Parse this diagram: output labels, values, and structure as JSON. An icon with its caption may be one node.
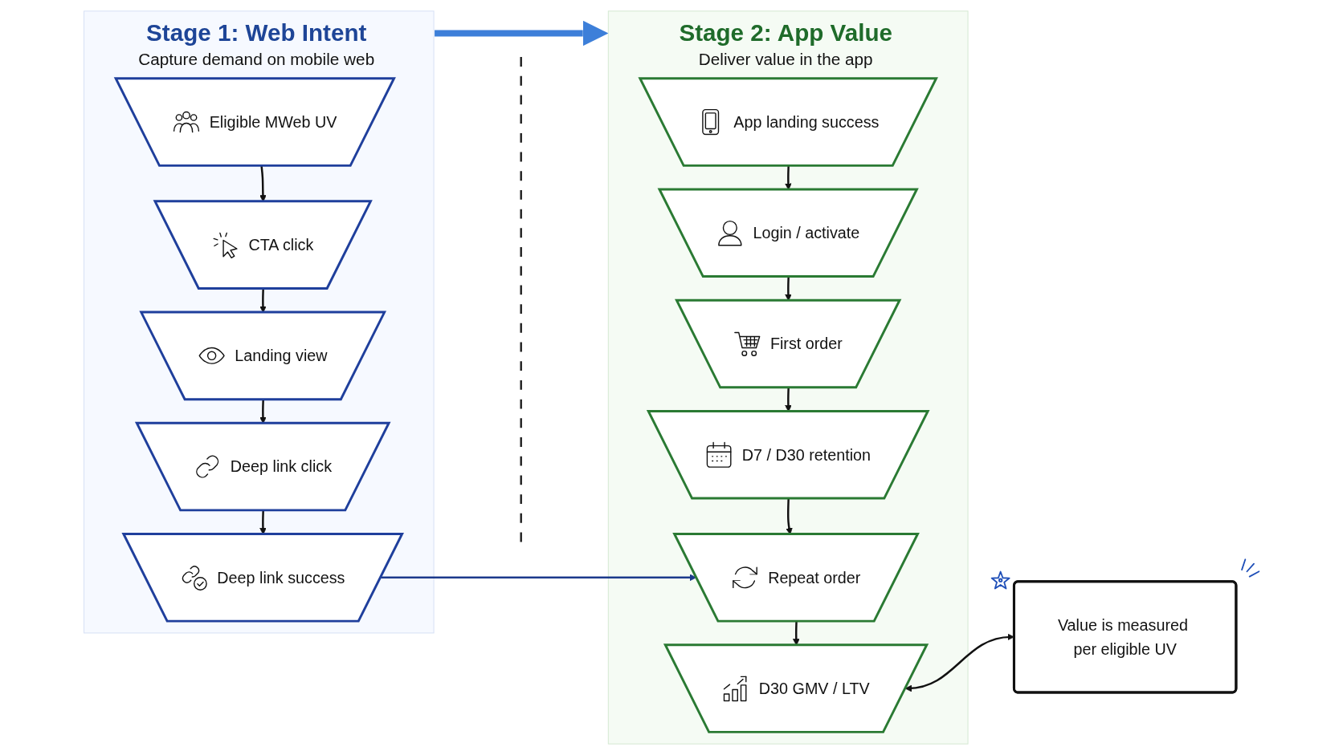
{
  "diagram": {
    "nodes": [
      {
        "text": [
          "Stage 1: Web Intent",
          "Capture demand on mobile web"
        ]
      },
      {
        "text": [
          "Eligible MWeb UV"
        ],
        "in": 0
      },
      {
        "text": [
          "CTA click"
        ],
        "in": 0
      },
      {
        "text": [
          "Landing view"
        ],
        "in": 0
      },
      {
        "text": [
          "Deep link click"
        ],
        "in": 0
      },
      {
        "text": [
          "Deep link success"
        ],
        "in": 0
      },
      {
        "text": [
          "Stage 2: App Value",
          "Deliver value in the app"
        ]
      },
      {
        "text": [
          "App landing success"
        ],
        "in": 6
      },
      {
        "text": [
          "Login / activate"
        ],
        "in": 6
      },
      {
        "text": [
          "First order"
        ],
        "in": 6
      },
      {
        "text": [
          "D7 / D30 retention"
        ],
        "in": 6
      },
      {
        "text": [
          "Repeat order"
        ],
        "in": 6
      },
      {
        "text": [
          "D30 GMV / LTV"
        ],
        "in": 6
      },
      {
        "text": [
          "Value is measured per eligible UV"
        ]
      }
    ],
    "edges": [
      {
        "from": 0,
        "to": 6,
        "arrow": "to",
        "style": "thick",
        "color": "#3d7fd9"
      },
      {
        "from": 1,
        "to": 2,
        "arrow": "to"
      },
      {
        "from": 2,
        "to": 3,
        "arrow": "to"
      },
      {
        "from": 3,
        "to": 4,
        "arrow": "to"
      },
      {
        "from": 4,
        "to": 5,
        "arrow": "to"
      },
      {
        "from": 7,
        "to": 8,
        "arrow": "to"
      },
      {
        "from": 8,
        "to": 9,
        "arrow": "to"
      },
      {
        "from": 9,
        "to": 10,
        "arrow": "to"
      },
      {
        "from": 10,
        "to": 11,
        "arrow": "to"
      },
      {
        "from": 11,
        "to": 12,
        "arrow": "to"
      },
      {
        "from": 5,
        "to": 11,
        "arrow": "to",
        "color": "#1c3a8c"
      },
      {
        "from": 12,
        "to": 13,
        "arrow": "both"
      }
    ]
  }
}
